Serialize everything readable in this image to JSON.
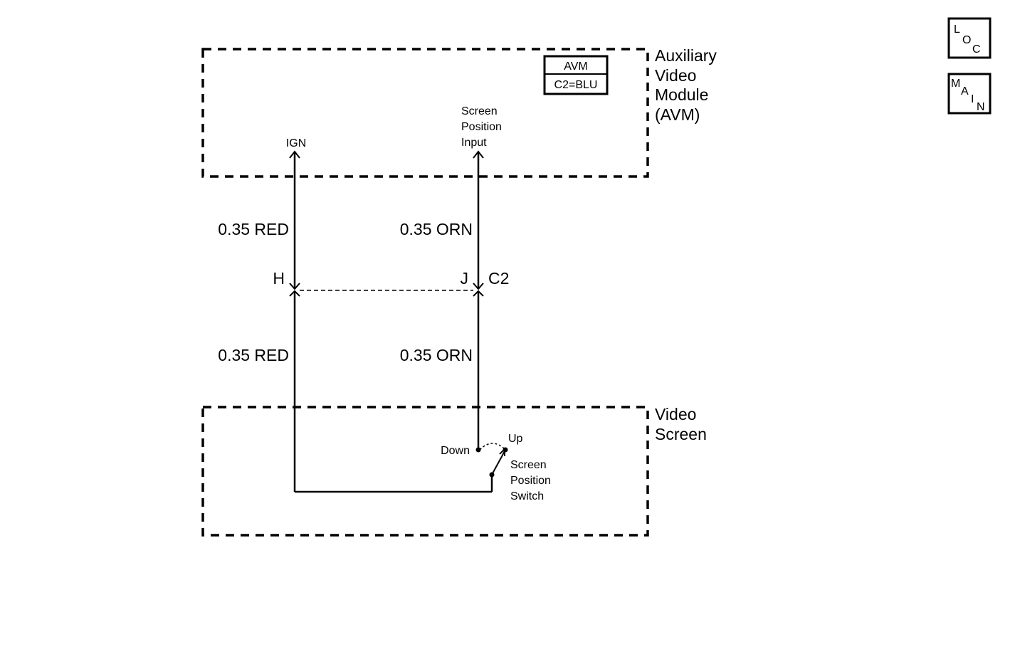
{
  "avm_module": {
    "name_lines": [
      "Auxiliary",
      "Video",
      "Module",
      "(AVM)"
    ],
    "connector_table": {
      "header": "AVM",
      "value": "C2=BLU"
    },
    "terminals": {
      "ign": "IGN",
      "screen_position_lines": [
        "Screen",
        "Position",
        "Input"
      ]
    }
  },
  "wires": {
    "upper_left": "0.35 RED",
    "upper_right": "0.35 ORN",
    "lower_left": "0.35 RED",
    "lower_right": "0.35 ORN"
  },
  "connector": {
    "pin_left": "H",
    "pin_right": "J",
    "name": "C2"
  },
  "video_screen": {
    "name_lines": [
      "Video",
      "Screen"
    ],
    "switch": {
      "down_label": "Down",
      "up_label": "Up",
      "name_lines": [
        "Screen",
        "Position",
        "Switch"
      ]
    }
  },
  "nav": {
    "loc": {
      "l": "L",
      "o": "O",
      "c": "C"
    },
    "main": {
      "m": "M",
      "a": "A",
      "i": "I",
      "n": "N"
    }
  }
}
